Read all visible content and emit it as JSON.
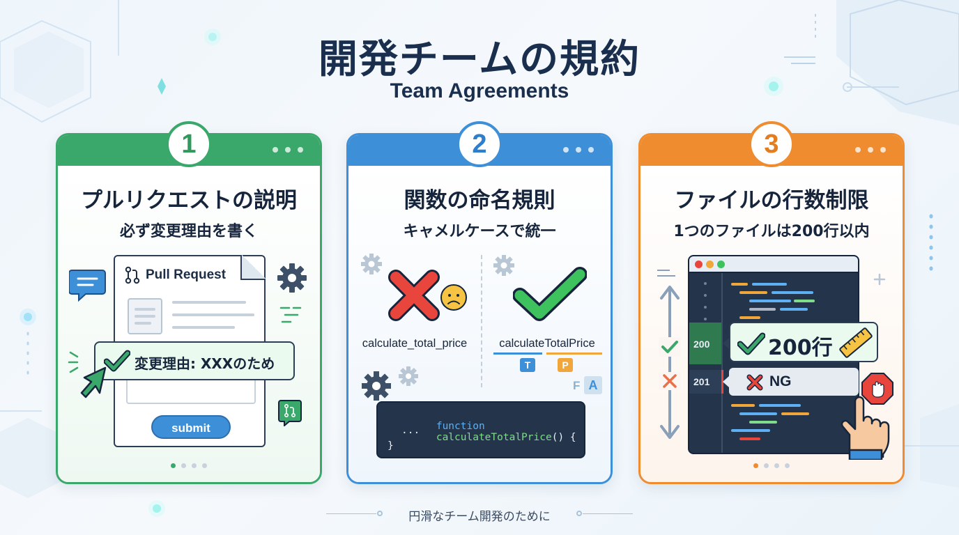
{
  "header": {
    "title": "開発チームの規約",
    "subtitle": "Team Agreements"
  },
  "cards": [
    {
      "number": "1",
      "title": "プルリクエストの説明",
      "subtitle": "必ず変更理由を書く",
      "doc_title": "Pull Request",
      "reason": "変更理由: XXXのため",
      "button": "submit",
      "accent": "#3aa86a"
    },
    {
      "number": "2",
      "title": "関数の命名規則",
      "subtitle": "キャメルケースで統一",
      "bad_name": "calculate_total_price",
      "good_name": "calculateTotalPrice",
      "tag_t": "T",
      "tag_p": "P",
      "code_keyword": "function",
      "code_name": "calculateTotalPrice",
      "code_paren": "() {",
      "code_dots": "...",
      "code_close": "}",
      "font_letters": "F A",
      "accent": "#3d8fd8"
    },
    {
      "number": "3",
      "title": "ファイルの行数制限",
      "subtitle": "1つのファイルは200行以内",
      "line_200": "200",
      "line_201": "201",
      "ok_label": "200行",
      "ng_label": "NG",
      "accent": "#ef8c2f"
    }
  ],
  "footer": {
    "text": "円滑なチーム開発のために"
  }
}
